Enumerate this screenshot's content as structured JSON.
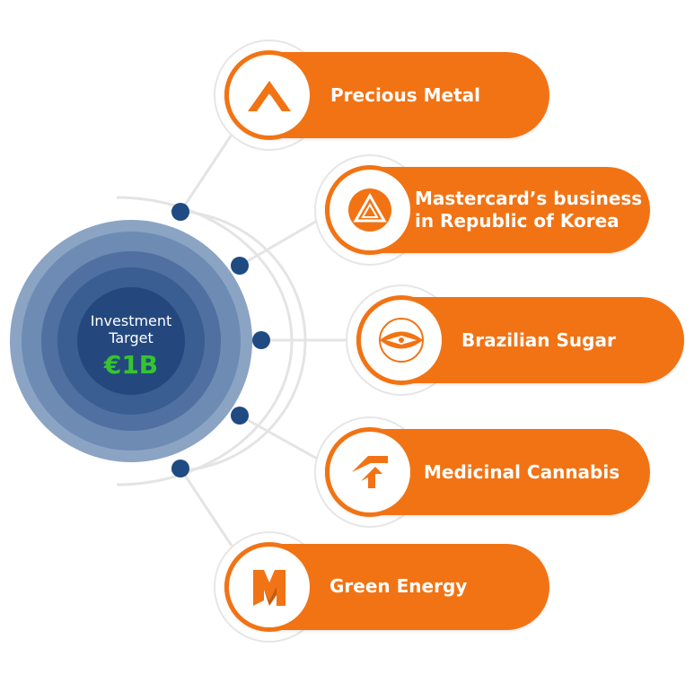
{
  "center": {
    "line1": "Investment",
    "line2": "Target",
    "value": "€1B",
    "colors": {
      "ring_outer": "#8ba4c4",
      "ring_2": "#6d8bb3",
      "ring_3": "#4f70a0",
      "ring_4": "#3a5d92",
      "core": "#24487e",
      "value": "#35c42f"
    }
  },
  "accent_color": "#f27314",
  "connector_color": "#e4e4e4",
  "node_color": "#1f4a82",
  "items": [
    {
      "label": "Precious Metal",
      "icon": "mountain-peak-icon"
    },
    {
      "label": "Mastercard’s business\nin Republic of Korea",
      "icon": "triangle-emblem-icon"
    },
    {
      "label": "Brazilian Sugar",
      "icon": "eye-globe-icon"
    },
    {
      "label": "Medicinal Cannabis",
      "icon": "chevron-layers-icon"
    },
    {
      "label": "Green Energy",
      "icon": "m-monogram-icon"
    }
  ]
}
